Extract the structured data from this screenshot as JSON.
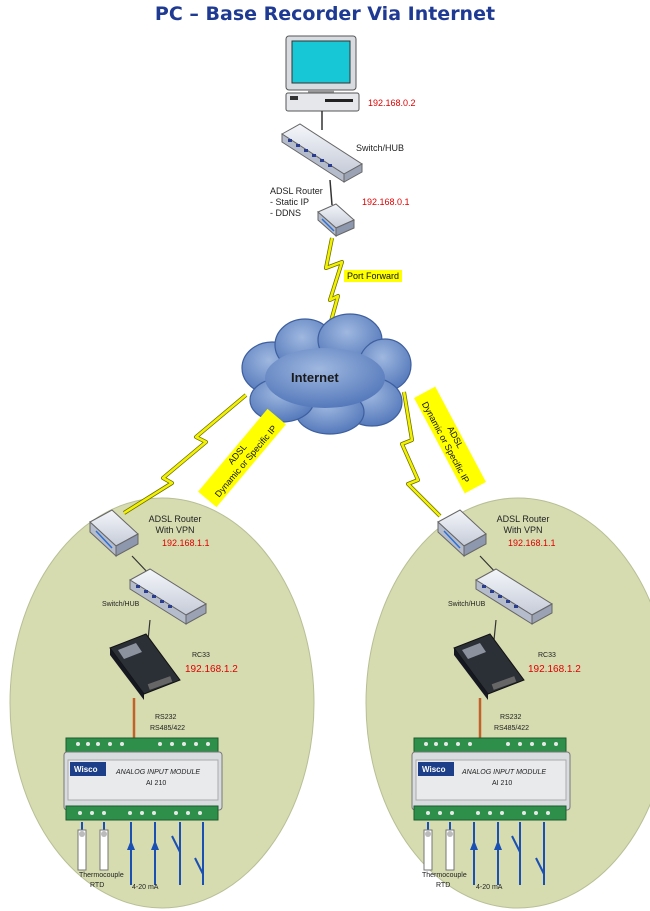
{
  "title": "PC – Base Recorder Via Internet",
  "top": {
    "pc_ip": "192.168.0.2",
    "switch_label": "Switch/HUB",
    "router_label": "ADSL Router",
    "router_features": [
      "- Static IP",
      "- DDNS"
    ],
    "router_ip": "192.168.0.1",
    "port_forward": "Port Forward"
  },
  "cloud_label": "Internet",
  "links": {
    "left": [
      "ADSL",
      "Dynamic or Specific IP"
    ],
    "right": [
      "ADSL",
      "Dynamic or Specific IP"
    ]
  },
  "sites": [
    {
      "router_label": [
        "ADSL Router",
        "With VPN"
      ],
      "router_ip": "192.168.1.1",
      "switch_label": "Switch/HUB",
      "rc_label": "RC33",
      "rc_ip": "192.168.1.2",
      "serial": [
        "RS232",
        "RS485/422"
      ],
      "module_brand": "Wisco",
      "module_title": "ANALOG   INPUT   MODULE",
      "module_model": "AI 210",
      "sensors": [
        "Thermocouple",
        "RTD",
        "4-20 mA"
      ]
    },
    {
      "router_label": [
        "ADSL Router",
        "With VPN"
      ],
      "router_ip": "192.168.1.1",
      "switch_label": "Switch/HUB",
      "rc_label": "RC33",
      "rc_ip": "192.168.1.2",
      "serial": [
        "RS232",
        "RS485/422"
      ],
      "module_brand": "Wisco",
      "module_title": "ANALOG   INPUT   MODULE",
      "module_model": "AI 210",
      "sensors": [
        "Thermocouple",
        "RTD",
        "4-20 mA"
      ]
    }
  ],
  "colors": {
    "title": "#1f3a93",
    "ip": "#e00000",
    "ellipse_fill": "#d6dcb0",
    "cloud": "#6f90c8",
    "highlight": "#ffff00",
    "bolt": "#f2f200",
    "wire": "#1a4fb4"
  }
}
